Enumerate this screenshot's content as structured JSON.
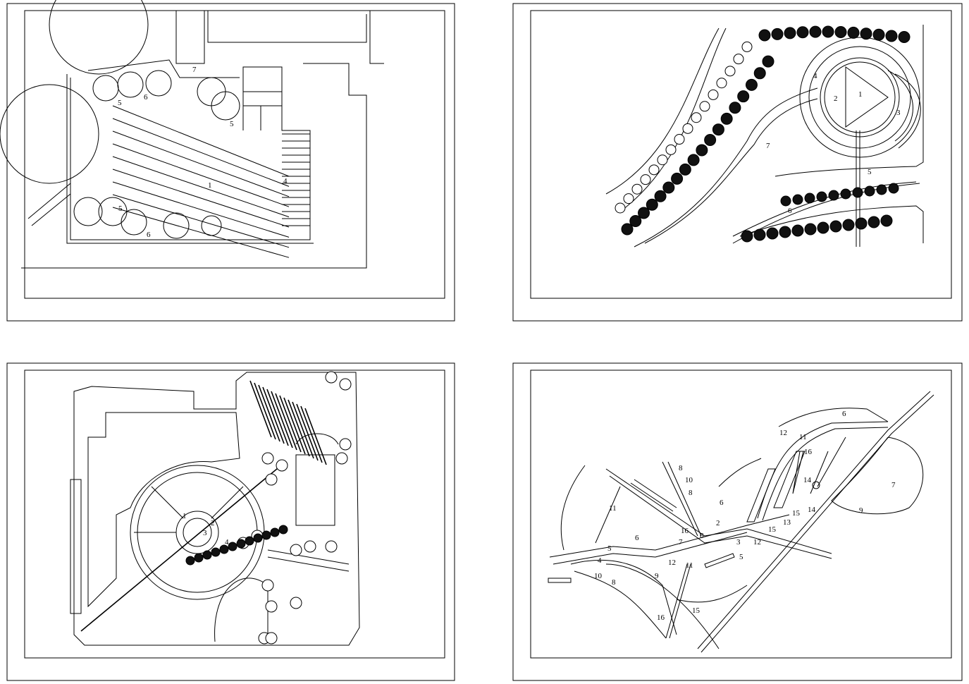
{
  "sheets": [
    {
      "name": "plan-1",
      "labels": [
        "7",
        "6",
        "5",
        "5",
        "4",
        "1",
        "5",
        "6"
      ]
    },
    {
      "name": "plan-2",
      "labels": [
        "1",
        "2",
        "3",
        "4",
        "7",
        "5",
        "6"
      ]
    },
    {
      "name": "plan-3",
      "labels": [
        "1",
        "2",
        "3",
        "4"
      ]
    },
    {
      "name": "plan-4",
      "labels": [
        "6",
        "12",
        "11",
        "16",
        "14",
        "7",
        "9",
        "11",
        "10",
        "8",
        "8",
        "6",
        "2",
        "16",
        "6",
        "6",
        "7",
        "3",
        "15",
        "13",
        "15",
        "14",
        "12",
        "5",
        "4",
        "12",
        "11",
        "5",
        "10",
        "8",
        "9",
        "15",
        "16"
      ]
    }
  ],
  "colors": {
    "line": "#000000",
    "background": "#ffffff"
  }
}
